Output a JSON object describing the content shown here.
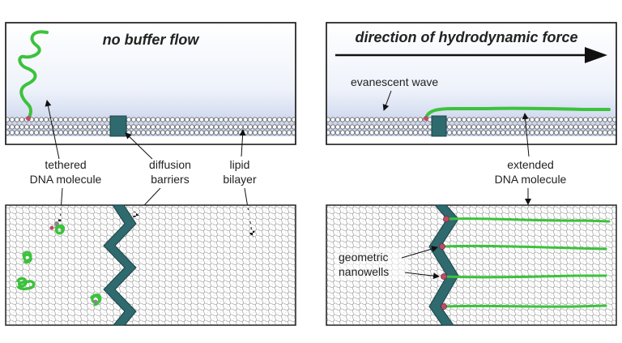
{
  "panels": {
    "top_left": {
      "title": "no buffer flow"
    },
    "top_right": {
      "title": "direction of hydrodynamic force",
      "wave_label": "evanescent wave"
    }
  },
  "labels": {
    "tethered_line1": "tethered",
    "tethered_line2": "DNA molecule",
    "diffusion_line1": "diffusion",
    "diffusion_line2": "barriers",
    "lipid_line1": "lipid",
    "lipid_line2": "bilayer",
    "extended_line1": "extended",
    "extended_line2": "DNA molecule",
    "nanowells_line1": "geometric",
    "nanowells_line2": "nanowells"
  },
  "colors": {
    "dna": "#3cc23c",
    "barrier": "#2e6a6e",
    "nanowell": "#c04a6a",
    "wave": "#b8c6e6"
  }
}
